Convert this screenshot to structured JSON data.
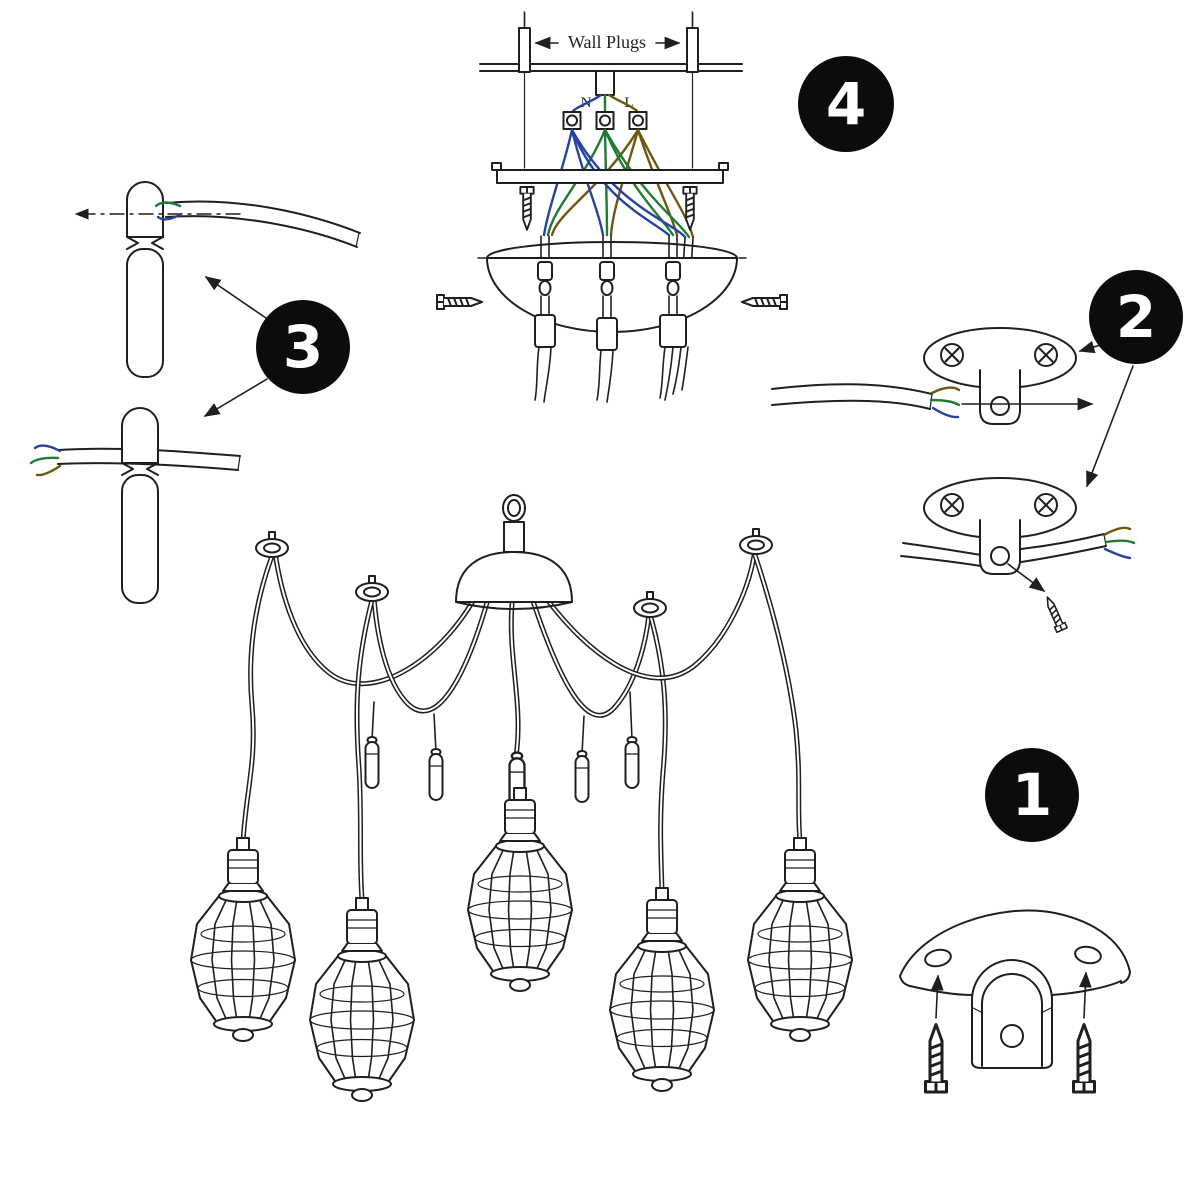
{
  "colors": {
    "background": "#ffffff",
    "line": "#1f1f1f",
    "wire_blue": "#2742a0",
    "wire_green": "#1f7d33",
    "wire_brown": "#6e570f",
    "badge_bg": "#0c0c0c",
    "badge_text": "#ffffff"
  },
  "wiring_diagram": {
    "wall_plugs_label": "Wall Plugs",
    "neutral_label": "N",
    "live_label": "L"
  },
  "step_badges": {
    "step1": "1",
    "step2": "2",
    "step3": "3",
    "step4": "4"
  }
}
